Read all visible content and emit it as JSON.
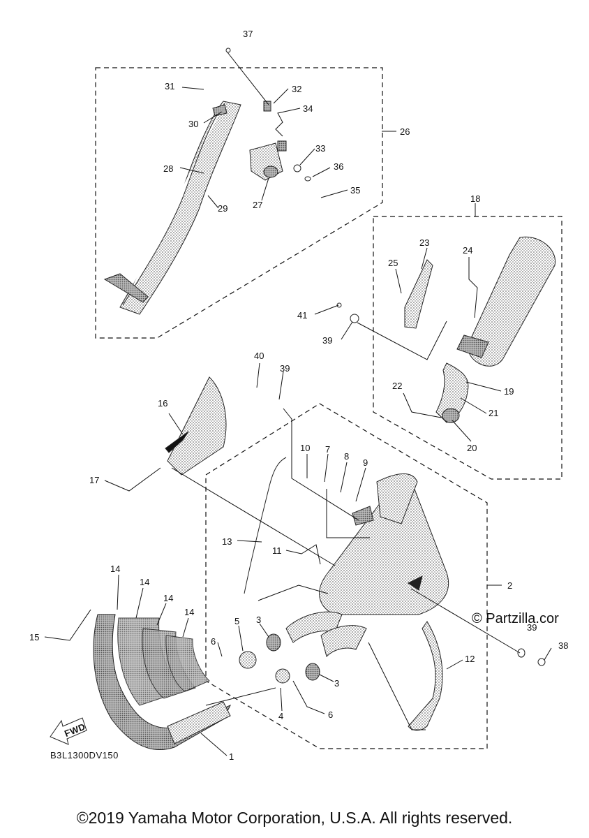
{
  "callouts": {
    "c1": "1",
    "c2": "2",
    "c3a": "3",
    "c3b": "3",
    "c4": "4",
    "c5": "5",
    "c6a": "6",
    "c6b": "6",
    "c7": "7",
    "c8": "8",
    "c9": "9",
    "c10": "10",
    "c11": "11",
    "c12": "12",
    "c13": "13",
    "c14a": "14",
    "c14b": "14",
    "c14c": "14",
    "c14d": "14",
    "c15": "15",
    "c16": "16",
    "c17": "17",
    "c18": "18",
    "c19": "19",
    "c20": "20",
    "c21": "21",
    "c22": "22",
    "c23": "23",
    "c24": "24",
    "c25": "25",
    "c26": "26",
    "c27": "27",
    "c28": "28",
    "c29": "29",
    "c30": "30",
    "c31": "31",
    "c32": "32",
    "c33": "33",
    "c34": "34",
    "c35": "35",
    "c36": "36",
    "c37": "37",
    "c38": "38",
    "c39a": "39",
    "c39b": "39",
    "c39c": "39",
    "c40": "40",
    "c41": "41"
  },
  "diagram_code": "B3L1300DV150",
  "fwd_label": "FWD",
  "watermark": "© Partzilla.cor",
  "copyright": "©2019 Yamaha Motor Corporation, U.S.A. All rights reserved.",
  "colors": {
    "ink": "#111111",
    "shade": "#9a9a9a",
    "dark": "#333333"
  }
}
